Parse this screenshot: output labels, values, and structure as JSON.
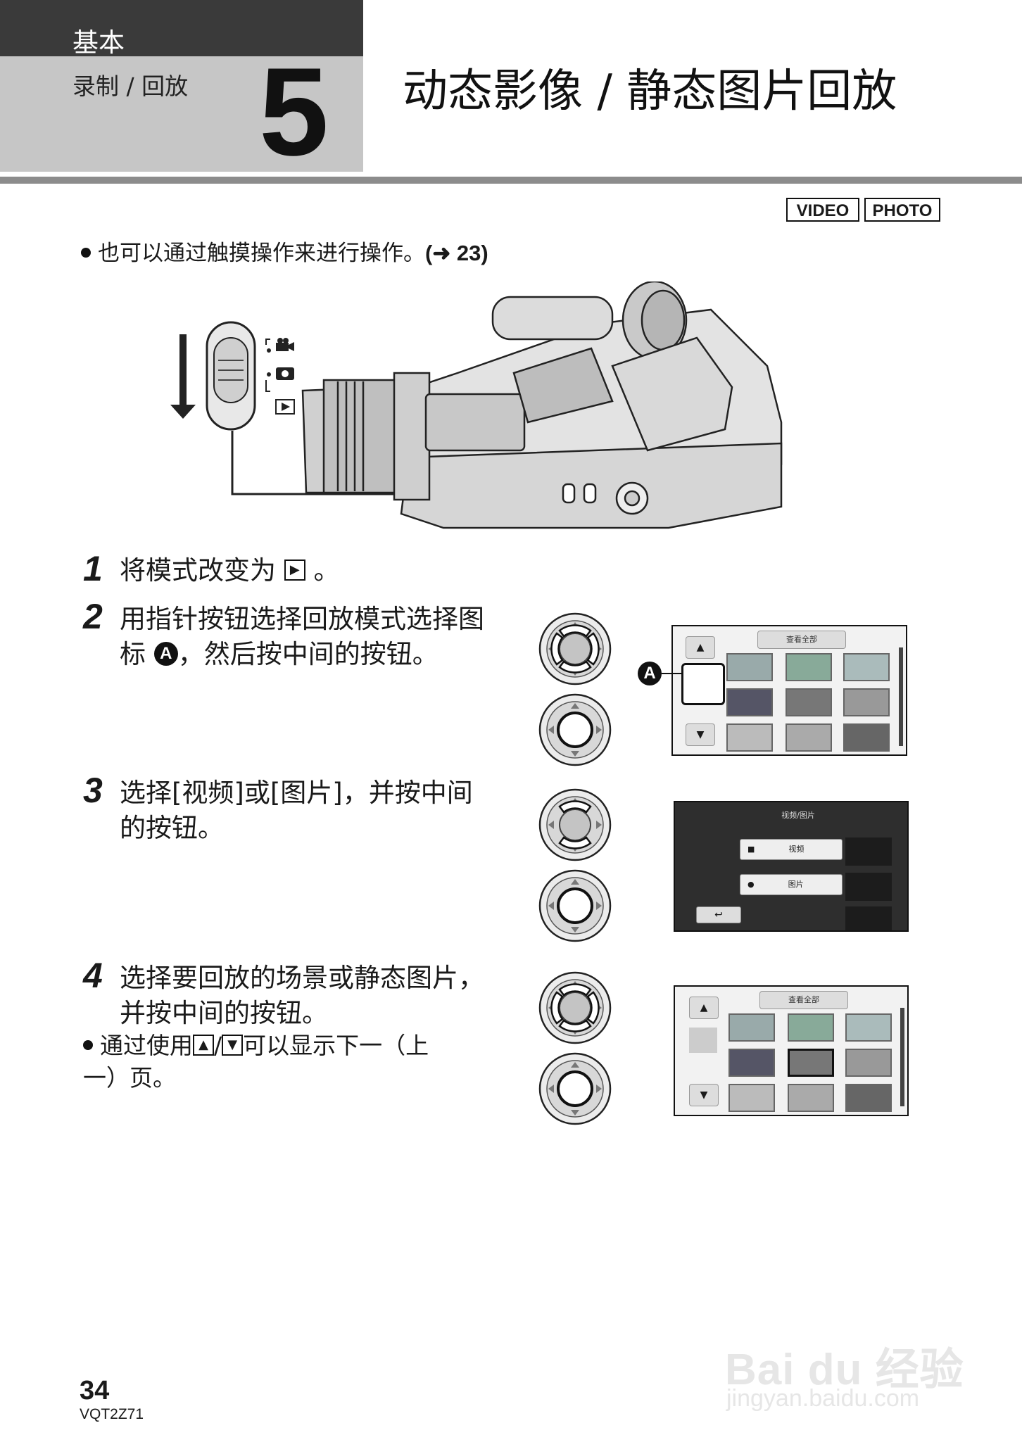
{
  "header": {
    "section": "基本",
    "subsection": "录制 / 回放",
    "chapter_number": "5",
    "title": "动态影像 / 静态图片回放"
  },
  "mode_tags": [
    "VIDEO",
    "PHOTO"
  ],
  "intro": {
    "text": "也可以通过触摸操作来进行操作。",
    "ref": "(➜ 23)"
  },
  "steps": [
    {
      "number": "1",
      "text_before": "将模式改变为",
      "icon": "play-mode-icon",
      "text_after": "。"
    },
    {
      "number": "2",
      "text_line1": "用指针按钮选择回放模式选择图",
      "text_line2_before": "标",
      "marker": "A",
      "text_line2_after": "，然后按中间的按钮。"
    },
    {
      "number": "3",
      "text_line1": "选择[视频]或[图片]，并按中间",
      "text_line2": "的按钮。"
    },
    {
      "number": "4",
      "text_line1": "选择要回放的场景或静态图片，",
      "text_line2": "并按中间的按钮。"
    }
  ],
  "note": {
    "text_before": "通过使用",
    "sep": "/",
    "text_after": "可以显示下一（上",
    "text_line2": "一）页。"
  },
  "screens": {
    "view_all_label": "查看全部",
    "menu_title": "视频/图片",
    "option_video": "视频",
    "option_photo": "图片"
  },
  "callout_marker": "A",
  "footer": {
    "page_number": "34",
    "doc_code": "VQT2Z71"
  },
  "watermark": {
    "logo": "Bai du 经验",
    "url": "jingyan.baidu.com"
  }
}
